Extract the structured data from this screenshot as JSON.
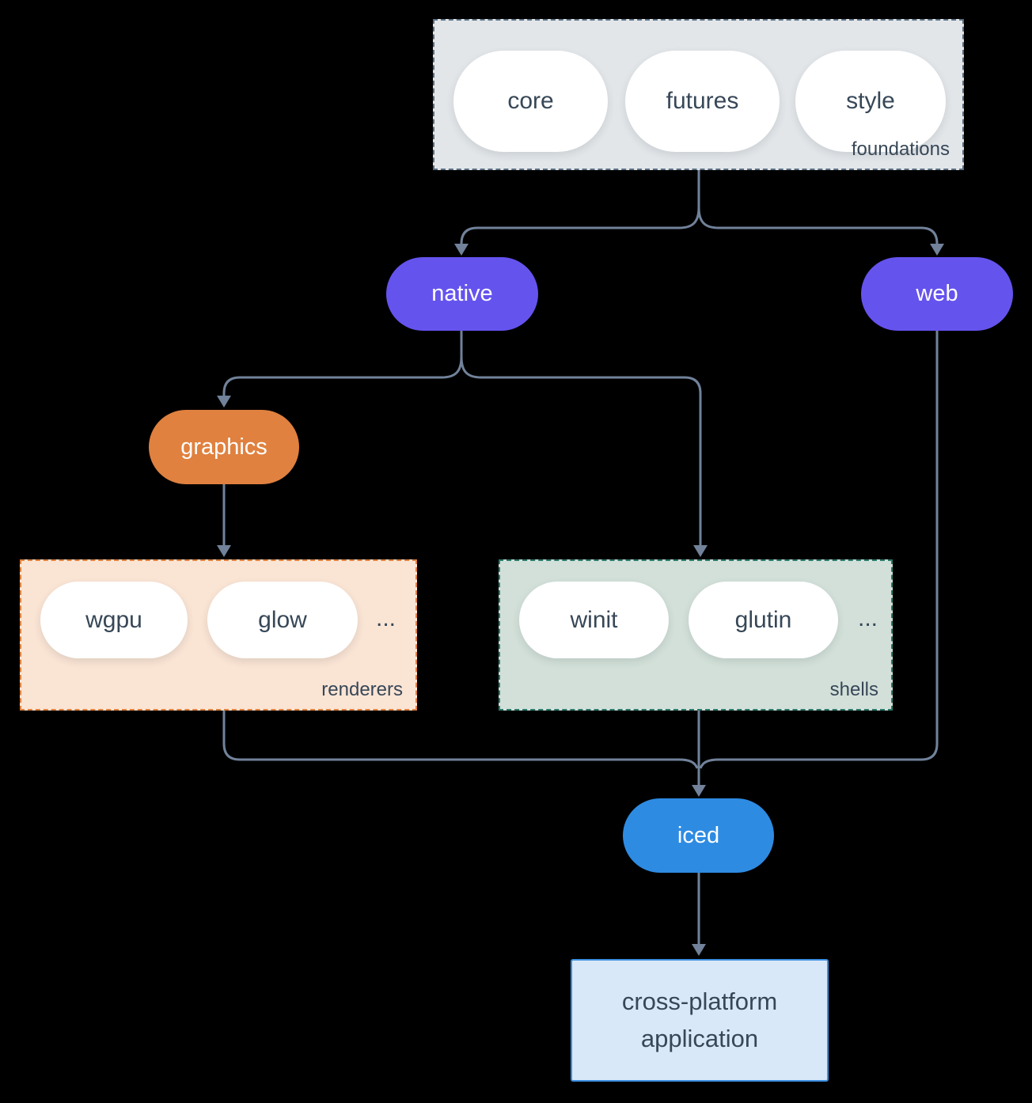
{
  "colors": {
    "background": "#000000",
    "arrow": "#71829a",
    "dark-text": "#374757",
    "purple": "#6553ee",
    "orange": "#e0813f",
    "blue": "#2e8be2",
    "foundations-bg": "#e2e6e9",
    "foundations-border": "#5a6e82",
    "renderers-bg": "#fae4d4",
    "renderers-border": "#e0813f",
    "shells-bg": "#d2e0d9",
    "shells-border": "#2a7a6a",
    "app-bg": "#d9e8f8",
    "app-border": "#3c8fe1",
    "pill-bg": "#ffffff"
  },
  "groups": {
    "foundations": {
      "label": "foundations",
      "pills": [
        "core",
        "futures",
        "style"
      ]
    },
    "renderers": {
      "label": "renderers",
      "pills": [
        "wgpu",
        "glow"
      ],
      "ellipsis": "..."
    },
    "shells": {
      "label": "shells",
      "pills": [
        "winit",
        "glutin"
      ],
      "ellipsis": "..."
    }
  },
  "nodes": {
    "native": {
      "label": "native"
    },
    "web": {
      "label": "web"
    },
    "graphics": {
      "label": "graphics"
    },
    "iced": {
      "label": "iced"
    },
    "application": {
      "label": "cross-platform application"
    }
  }
}
